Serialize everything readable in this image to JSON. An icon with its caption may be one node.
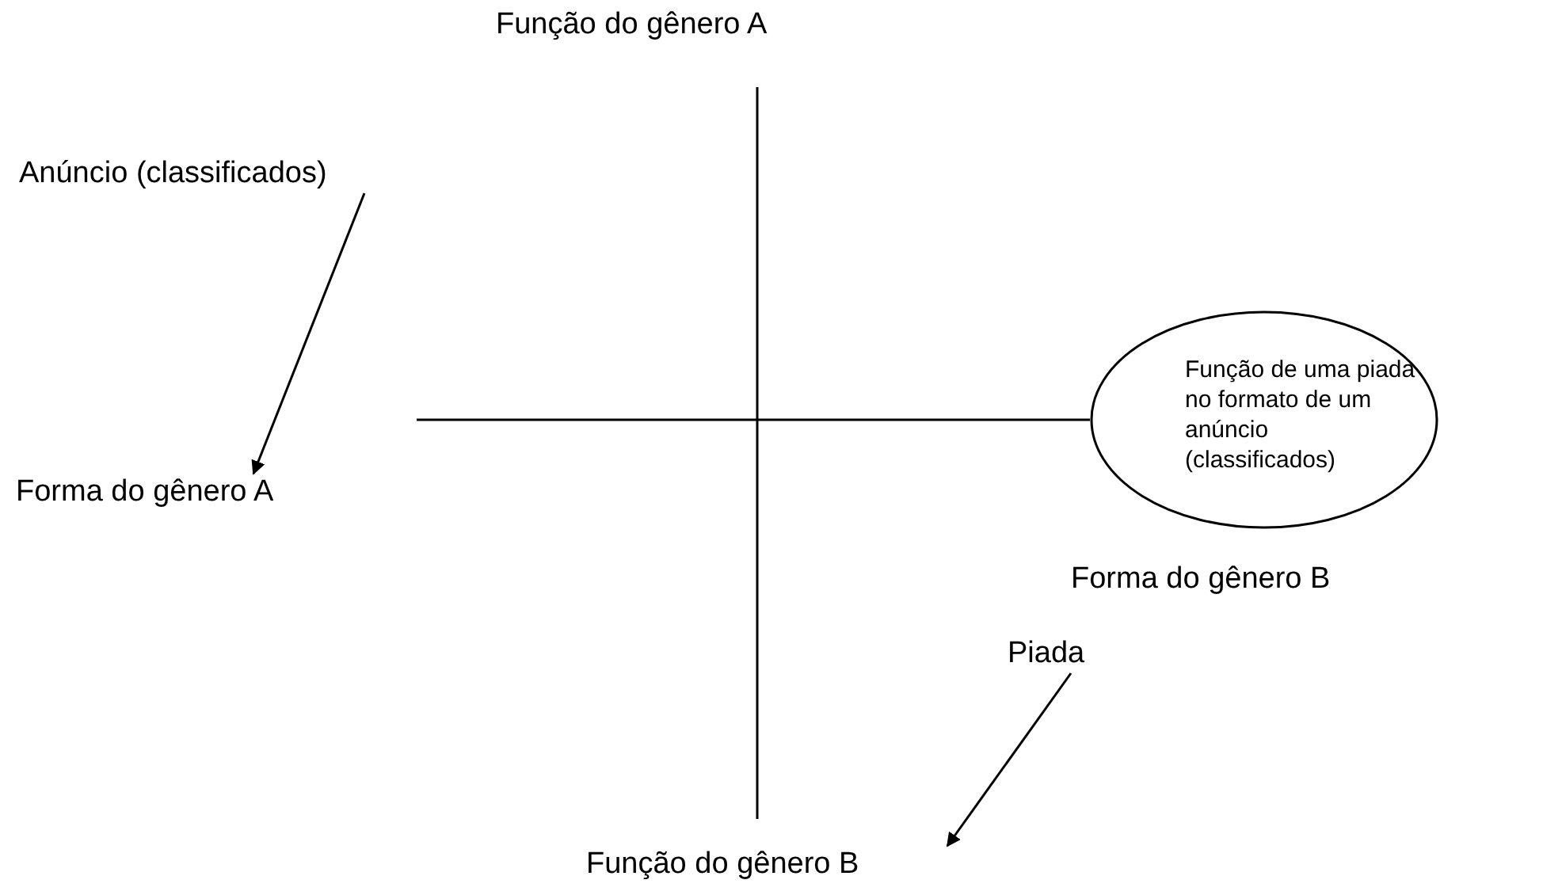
{
  "diagram": {
    "nodes": [
      {
        "text": [
          "Anúncio (classificados)"
        ]
      },
      {
        "text": [
          "Forma do gênero A"
        ]
      },
      {
        "text": [
          "Função de uma piada no formato de um anúncio (classificados)"
        ]
      },
      {
        "text": [
          "Piada"
        ]
      },
      {
        "text": [
          "Função do gênero B"
        ]
      }
    ],
    "edges": [
      {
        "from": 0,
        "to": 1,
        "arrow": "to"
      },
      {
        "from": 3,
        "to": 4,
        "arrow": "to"
      }
    ],
    "labels": [
      "Função do gênero A",
      "Forma do gênero B"
    ]
  }
}
